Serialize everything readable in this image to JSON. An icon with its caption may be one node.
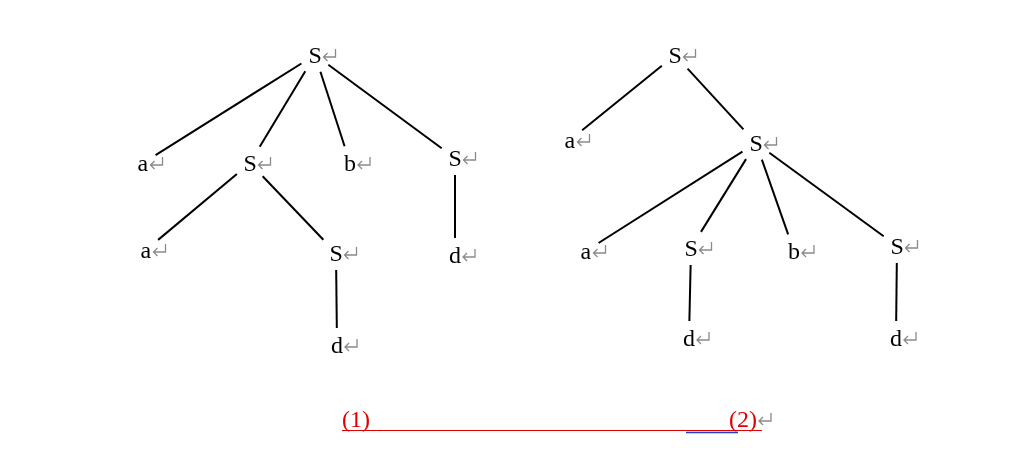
{
  "diagram": {
    "nodes": [
      {
        "text": [
          "S"
        ]
      },
      {
        "text": [
          "a"
        ]
      },
      {
        "text": [
          "S"
        ]
      },
      {
        "text": [
          "b"
        ]
      },
      {
        "text": [
          "S"
        ]
      },
      {
        "text": [
          "a"
        ]
      },
      {
        "text": [
          "S"
        ]
      },
      {
        "text": [
          "d"
        ]
      },
      {
        "text": [
          "d"
        ]
      },
      {
        "text": [
          "S"
        ]
      },
      {
        "text": [
          "a"
        ]
      },
      {
        "text": [
          "S"
        ]
      },
      {
        "text": [
          "a"
        ]
      },
      {
        "text": [
          "S"
        ]
      },
      {
        "text": [
          "b"
        ]
      },
      {
        "text": [
          "S"
        ]
      },
      {
        "text": [
          "d"
        ]
      },
      {
        "text": [
          "d"
        ]
      }
    ],
    "edges": [
      {
        "from": 0,
        "to": 1,
        "arrow": "none"
      },
      {
        "from": 0,
        "to": 2,
        "arrow": "none"
      },
      {
        "from": 0,
        "to": 3,
        "arrow": "none"
      },
      {
        "from": 0,
        "to": 4,
        "arrow": "none"
      },
      {
        "from": 2,
        "to": 5,
        "arrow": "none"
      },
      {
        "from": 2,
        "to": 6,
        "arrow": "none"
      },
      {
        "from": 4,
        "to": 7,
        "arrow": "none"
      },
      {
        "from": 6,
        "to": 8,
        "arrow": "none"
      },
      {
        "from": 9,
        "to": 10,
        "arrow": "none"
      },
      {
        "from": 9,
        "to": 11,
        "arrow": "none"
      },
      {
        "from": 11,
        "to": 12,
        "arrow": "none"
      },
      {
        "from": 11,
        "to": 13,
        "arrow": "none"
      },
      {
        "from": 11,
        "to": 14,
        "arrow": "none"
      },
      {
        "from": 11,
        "to": 15,
        "arrow": "none"
      },
      {
        "from": 13,
        "to": 16,
        "arrow": "none"
      },
      {
        "from": 15,
        "to": 17,
        "arrow": "none"
      }
    ],
    "labels": [
      "(1)",
      "(2)"
    ]
  }
}
